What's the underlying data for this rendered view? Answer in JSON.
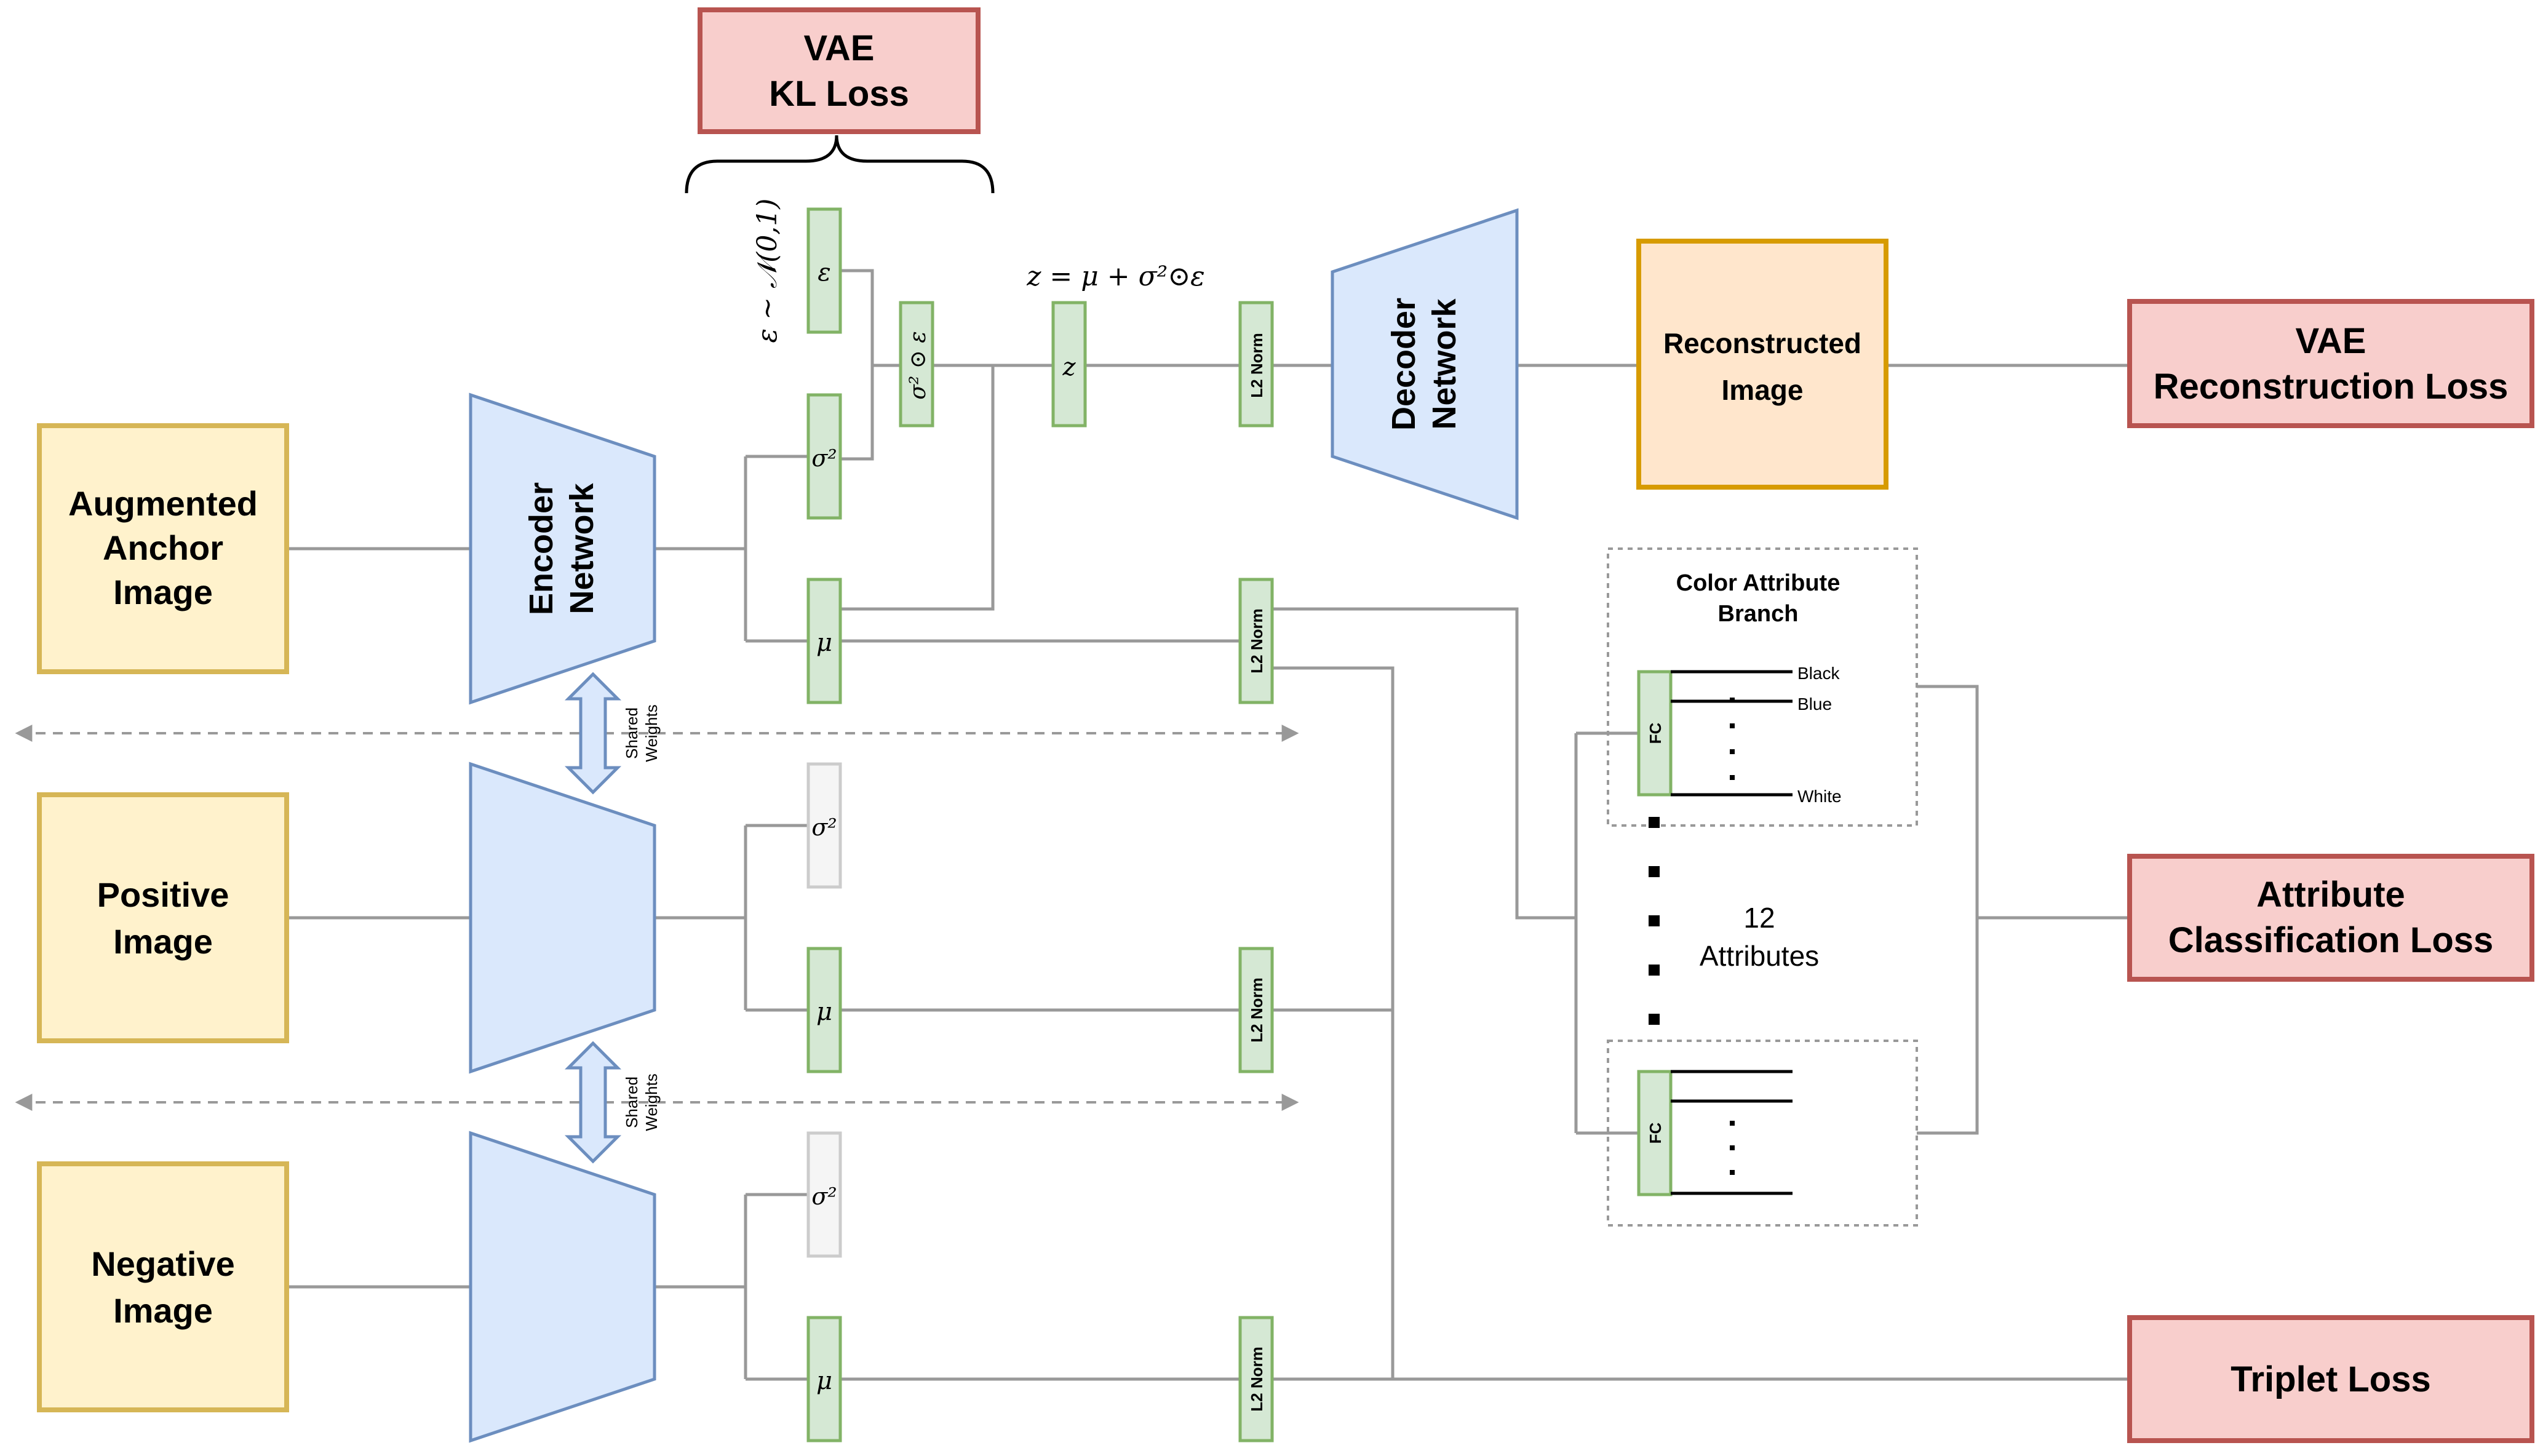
{
  "inputs": {
    "anchor": [
      "Augmented",
      "Anchor",
      "Image"
    ],
    "positive": [
      "Positive",
      "Image"
    ],
    "negative": [
      "Negative",
      "Image"
    ]
  },
  "encoder": [
    "Encoder",
    "Network"
  ],
  "decoder": [
    "Decoder",
    "Network"
  ],
  "shared_weights": [
    "Shared",
    "Weights"
  ],
  "latent": {
    "epsilon": "ε",
    "sigma": "σ²",
    "mu": "μ",
    "sigma_eps": "σ² ⊙ ε",
    "z": "z",
    "epsilon_dist": "ε ~ 𝒩(0,1)",
    "z_formula": "z = μ + σ²⊙ε",
    "l2norm": "L2 Norm"
  },
  "reconstructed": [
    "Reconstructed",
    "Image"
  ],
  "losses": {
    "kl": [
      "VAE",
      "KL Loss"
    ],
    "reconstruction": [
      "VAE",
      "Reconstruction Loss"
    ],
    "attribute": [
      "Attribute",
      "Classification Loss"
    ],
    "triplet": "Triplet Loss"
  },
  "attribute_branch": {
    "title": [
      "Color Attribute",
      "Branch"
    ],
    "fc": "FC",
    "classes": [
      "Black",
      "Blue",
      "White"
    ],
    "count": [
      "12",
      "Attributes"
    ]
  },
  "colors": {
    "input_fill": "#fff2cc",
    "input_stroke": "#d6b656",
    "network_fill": "#dae8fc",
    "network_stroke": "#6c8ebf",
    "latent_fill": "#d5e8d4",
    "latent_stroke": "#82b366",
    "faded_fill": "#f5f5f5",
    "faded_stroke": "#cccccc",
    "loss_fill": "#f8cecc",
    "loss_stroke": "#b85450",
    "recon_fill": "#ffe6cc",
    "recon_stroke": "#d79b00",
    "line": "#999999",
    "dashed": "#999999"
  }
}
